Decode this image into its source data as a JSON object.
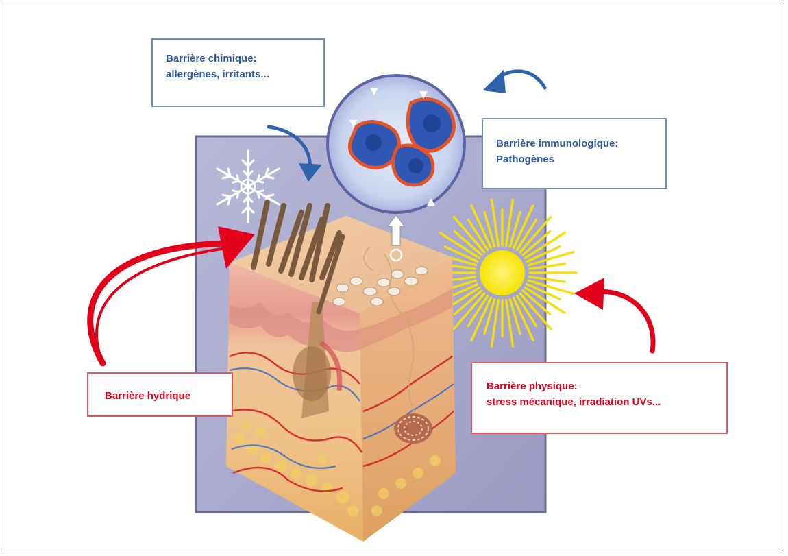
{
  "labels": {
    "chemical": {
      "title": "Barrière chimique:",
      "detail": "allergènes, irritants..."
    },
    "immunological": {
      "title": "Barrière immunologique:",
      "detail": "Pathogènes"
    },
    "hydric": {
      "title": "Barrière hydrique"
    },
    "physical": {
      "title": "Barrière physique:",
      "detail": "stress mécanique, irradiation UVs..."
    }
  },
  "colors": {
    "blue_label": "#2d58a3",
    "red_label": "#e2001a",
    "panel": "#a9a9cc",
    "arrow_red": "#e3001b",
    "arrow_blue": "#2f62ad",
    "sun": "#f5e000"
  },
  "icons": [
    "snowflake-icon",
    "sun-icon",
    "pathogen-cells-icon",
    "skin-block-illustration"
  ]
}
